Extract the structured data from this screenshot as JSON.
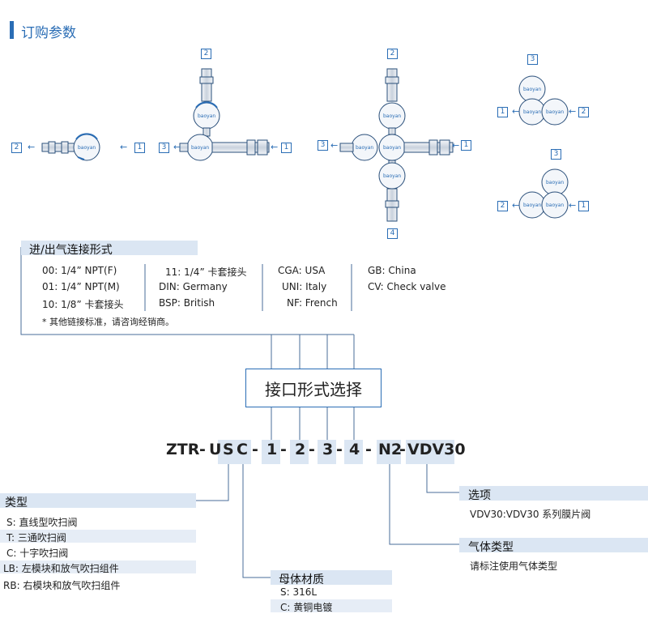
{
  "title": "订购参数",
  "diagram": {
    "brand": "baoyan",
    "ports": [
      "1",
      "2",
      "3",
      "4"
    ],
    "arrow": "←"
  },
  "inlet": {
    "header": "进/出气连接形式",
    "col1": [
      "00:  1/4”  NPT(F)",
      "01:  1/4”  NPT(M)",
      "10:  1/8”  卡套接头"
    ],
    "col2": [
      "11:  1/4” 卡套接头",
      "DIN: Germany",
      "BSP: British"
    ],
    "col3": [
      "CGA: USA",
      "UNI: Italy",
      "NF: French"
    ],
    "col4": [
      "GB: China",
      "CV: Check valve"
    ],
    "note": "* 其他链接标准，请咨询经销商。"
  },
  "selector": "接口形式选择",
  "code": {
    "prefix": "ZTR",
    "d1": "-",
    "u": "U",
    "s": "S",
    "c": "C",
    "d2": "-",
    "p1": "1",
    "d3": "-",
    "p2": "2",
    "d4": "-",
    "p3": "3",
    "d5": "-",
    "p4": "4",
    "d6": "-",
    "n2": "N2",
    "d7": "-",
    "vdv": "VDV30"
  },
  "type_section": {
    "header": "类型",
    "items": [
      "S: 直线型吹扫阀",
      "T: 三通吹扫阀",
      "C: 十字吹扫阀",
      "LB: 左模块和放气吹扫组件",
      "RB: 右模块和放气吹扫组件"
    ]
  },
  "body_section": {
    "header": "母体材质",
    "items": [
      "S:  316L",
      "C:  黄铜电镀"
    ]
  },
  "gas_section": {
    "header": "气体类型",
    "items": [
      "请标注使用气体类型"
    ]
  },
  "option_section": {
    "header": "选项",
    "items": [
      "VDV30:VDV30 系列膜片阀"
    ]
  },
  "colors": {
    "accent": "#2a6db5",
    "line": "#4a6e9a",
    "band": "#dbe6f3"
  }
}
